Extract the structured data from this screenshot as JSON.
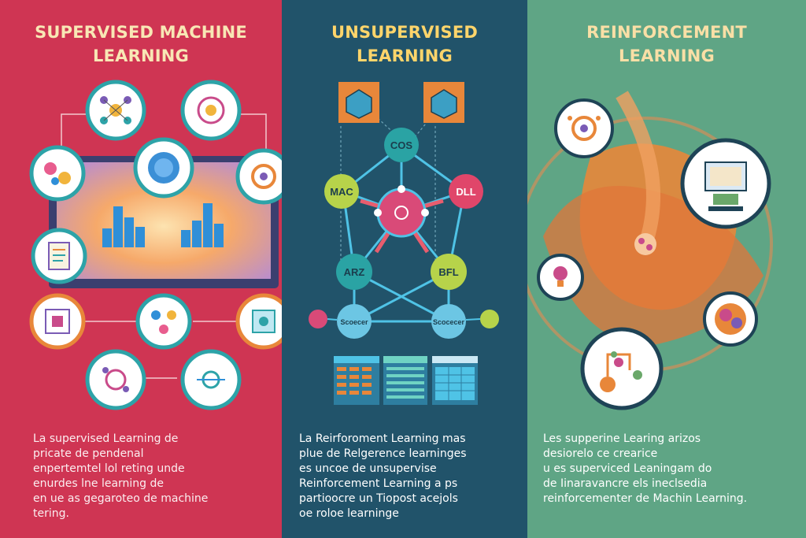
{
  "panels": [
    {
      "title_line1": "SUPERVISED MACHINE",
      "title_line2": "LEARNING",
      "description": [
        "La supervised Learning de",
        "pricate de pendenal",
        "enpertemtel lol reting unde",
        "enurdes lne learning de",
        "en ue as gegaroteo de machine",
        "tering."
      ]
    },
    {
      "title_line1": "UNSUPERVISED",
      "title_line2": "LEARNING",
      "nodes": [
        "COS",
        "MAC",
        "DLL",
        "ARZ",
        "BFL",
        "Scoecer",
        "Scocecer"
      ],
      "description": [
        "La Reirforoment Learning mas",
        "plue de Relgerence learninges",
        "es uncoe de unsupervise",
        "Reinforcement Learning a ps",
        "partioocre un Tiopost acejols",
        "oe roloe learninge"
      ]
    },
    {
      "title_line1": "REINFORCEMENT",
      "title_line2": "LEARNING",
      "description": [
        "Les supperine Learing arizos",
        "desiorelo ce crearice",
        "u es superviced Leaningam do",
        "de Iinaravancre els ineclsedia",
        "reinforcementer de Machin Learning."
      ]
    }
  ],
  "colors": {
    "supervised_bg": "#cf3553",
    "unsupervised_bg": "#21536a",
    "reinforcement_bg": "#5fa585",
    "accent_orange": "#e8873a",
    "accent_yellow": "#ffd56b"
  }
}
